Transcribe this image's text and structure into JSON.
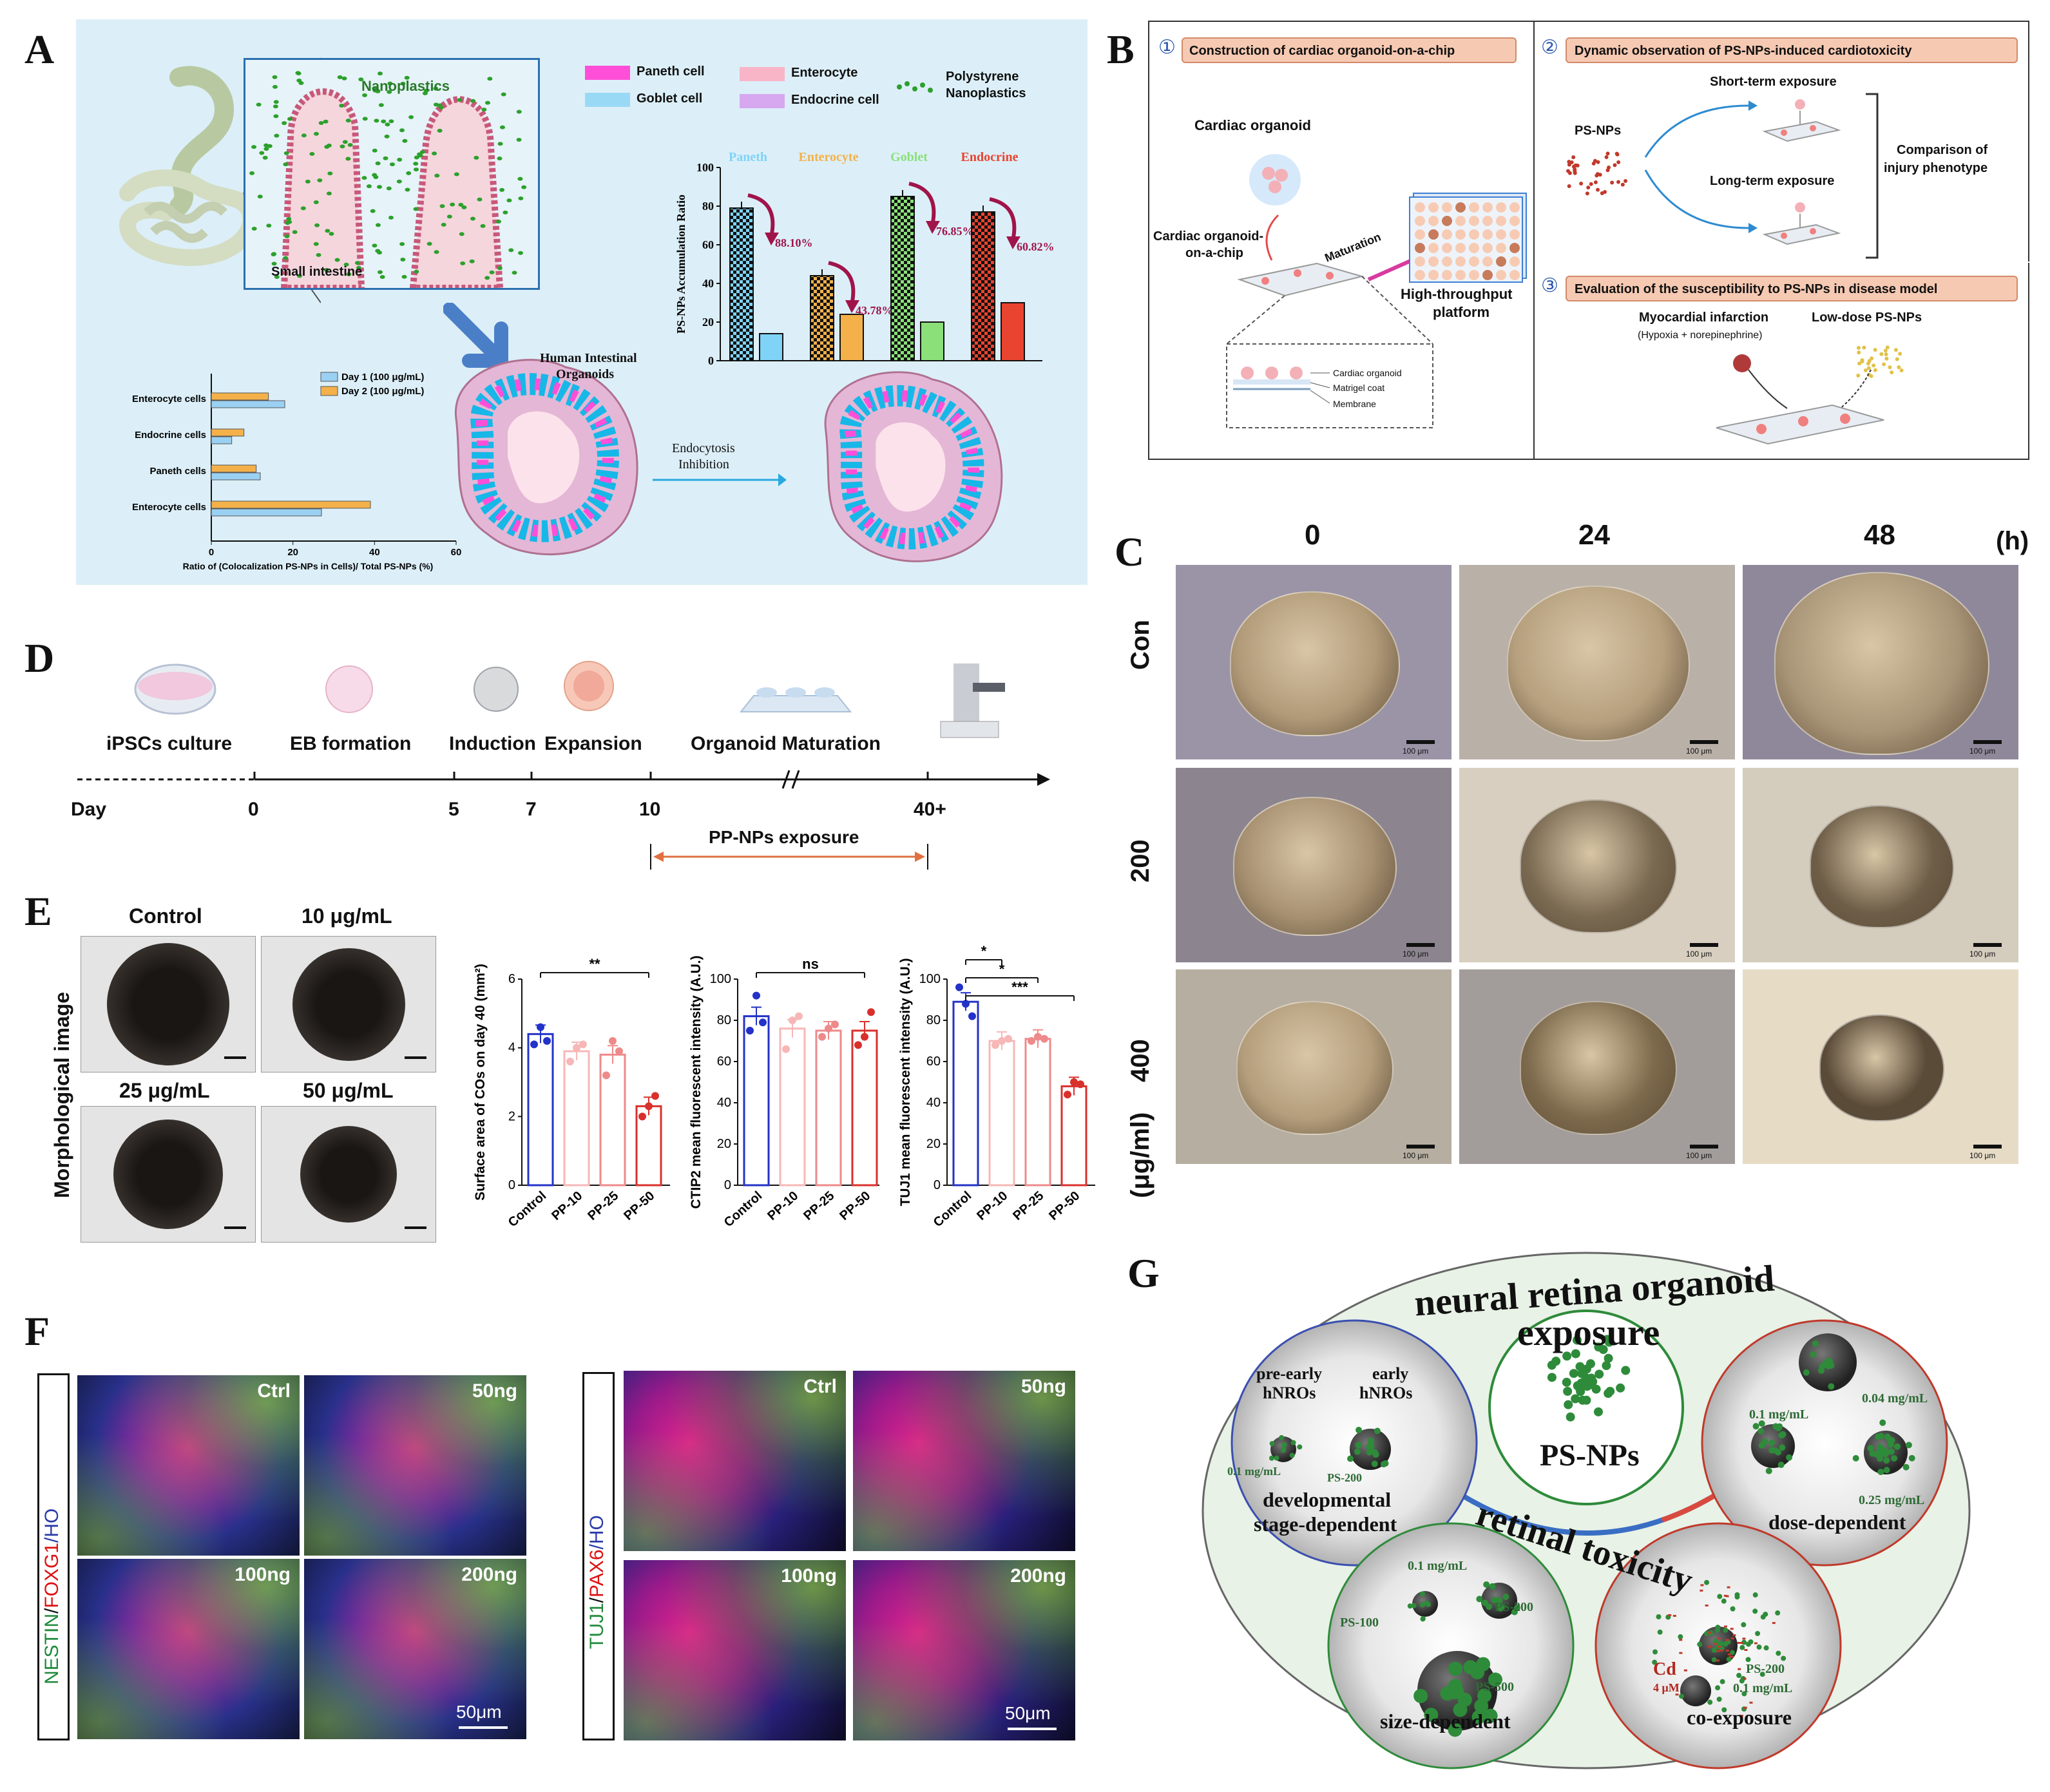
{
  "panels": {
    "a": "A",
    "b": "B",
    "c": "C",
    "d": "D",
    "e": "E",
    "f": "F",
    "g": "G"
  },
  "colors": {
    "paneth": "#ff4fd8",
    "goblet": "#7fd3f7",
    "enterocyte": "#f8b5c8",
    "endocrine": "#d7a7f0",
    "nanoplastic": "#2ca02c",
    "bar_blue": "#3a56c9",
    "bar_red": "#d9302c",
    "orange_bar": "#f4b14a",
    "panelA_bg": "#dceff8"
  },
  "panelA": {
    "nanoplastics_label": "Nanoplastics",
    "small_intestine": "Small intestine",
    "legend": {
      "paneth": "Paneth cell",
      "goblet": "Goblet cell",
      "enterocyte": "Enterocyte",
      "endocrine": "Endocrine cell",
      "polystyrene": "Polystyrene",
      "nanoplastics": "Nanoplastics"
    },
    "organoid_label_1": "Human Intestinal",
    "organoid_label_2": "Organoids",
    "endocytosis_1": "Endocytosis",
    "endocytosis_2": "Inhibition"
  },
  "chart_data": [
    {
      "type": "bar",
      "ylabel": "PS-NPs Accumulation Ratio",
      "ylim": [
        0,
        100
      ],
      "yticks": [
        "0",
        "20",
        "40",
        "60",
        "80",
        "100"
      ],
      "categories": [
        "Paneth",
        "Enterocyte",
        "Goblet",
        "Endocrine"
      ],
      "category_colors": [
        "#7fd3f7",
        "#f4b14a",
        "#8be07a",
        "#e8442f"
      ],
      "series": [
        {
          "values": [
            79,
            44,
            85,
            77
          ]
        },
        {
          "values": [
            14,
            24,
            20,
            30
          ]
        }
      ],
      "annotations": [
        "88.10%",
        "43.78%",
        "76.85%",
        "60.82%"
      ]
    },
    {
      "type": "bar",
      "orientation": "horizontal",
      "xlabel": "Ratio of (Colocalization PS-NPs in Cells)/ Total PS-NPs (%)",
      "xlim": [
        0,
        60
      ],
      "xticks": [
        "0",
        "20",
        "40",
        "60"
      ],
      "categories": [
        "Enterocyte cells",
        "Endocrine cells",
        "Paneth cells",
        "Enterocyte cells"
      ],
      "series": [
        {
          "name": "Day 1 (100 μg/mL)",
          "values": [
            18,
            5,
            12,
            27
          ]
        },
        {
          "name": "Day 2 (100 μg/mL)",
          "values": [
            14,
            8,
            11,
            39
          ]
        }
      ]
    },
    {
      "type": "bar",
      "ylabel": "Surface area of COs on day 40 (mm²)",
      "ylim": [
        0,
        6
      ],
      "yticks": [
        "0",
        "2",
        "4",
        "6"
      ],
      "categories": [
        "Control",
        "PP-10",
        "PP-25",
        "PP-50"
      ],
      "values": [
        4.4,
        3.9,
        3.8,
        2.3
      ],
      "points": [
        [
          4.1,
          4.6,
          4.2
        ],
        [
          3.6,
          4.0,
          4.1
        ],
        [
          3.2,
          4.2,
          3.9
        ],
        [
          2.0,
          2.3,
          2.6
        ]
      ],
      "significance": [
        {
          "label": "**",
          "from": 0,
          "to": 3
        }
      ]
    },
    {
      "type": "bar",
      "ylabel": "CTIP2 mean fluorescent intensity (A.U.)",
      "ylim": [
        0,
        100
      ],
      "yticks": [
        "0",
        "20",
        "40",
        "60",
        "80",
        "100"
      ],
      "categories": [
        "Control",
        "PP-10",
        "PP-25",
        "PP-50"
      ],
      "values": [
        82,
        76,
        75,
        75
      ],
      "points": [
        [
          75,
          92,
          79
        ],
        [
          66,
          80,
          82
        ],
        [
          72,
          76,
          78
        ],
        [
          68,
          72,
          84
        ]
      ],
      "significance": [
        {
          "label": "ns",
          "from": 0,
          "to": 3
        }
      ]
    },
    {
      "type": "bar",
      "ylabel": "TUJ1 mean fluorescent intensity (A.U.)",
      "ylim": [
        0,
        100
      ],
      "yticks": [
        "0",
        "20",
        "40",
        "60",
        "80",
        "100"
      ],
      "categories": [
        "Control",
        "PP-10",
        "PP-25",
        "PP-50"
      ],
      "values": [
        89,
        70,
        71,
        48
      ],
      "points": [
        [
          96,
          88,
          82
        ],
        [
          68,
          70,
          71
        ],
        [
          70,
          72,
          71
        ],
        [
          44,
          50,
          49
        ]
      ],
      "significance": [
        {
          "label": "*",
          "from": 0,
          "to": 1
        },
        {
          "label": "*",
          "from": 0,
          "to": 2
        },
        {
          "label": "***",
          "from": 0,
          "to": 3
        }
      ]
    }
  ],
  "panelB": {
    "step1_num": "①",
    "step1": "Construction of cardiac organoid-on-a-chip",
    "step2_num": "②",
    "step2": "Dynamic observation of PS-NPs-induced cardiotoxicity",
    "step3_num": "③",
    "step3": "Evaluation of the susceptibility to PS-NPs in disease model",
    "cardiac_organoid": "Cardiac organoid",
    "coac_1": "Cardiac organoid-",
    "coac_2": "on-a-chip",
    "maturation": "Maturation",
    "htp_1": "High-throughput",
    "htp_2": "platform",
    "legend_organoid": "Cardiac organoid",
    "legend_matrigel": "Matrigel coat",
    "legend_membrane": "Membrane",
    "psnps": "PS-NPs",
    "short_term": "Short-term exposure",
    "long_term": "Long-term exposure",
    "comparison_1": "Comparison of",
    "comparison_2": "injury phenotype",
    "mi": "Myocardial infarction",
    "mi_sub": "(Hypoxia + norepinephrine)",
    "low_dose": "Low-dose PS-NPs"
  },
  "panelC": {
    "times": [
      "0",
      "24",
      "48"
    ],
    "unit_h": "(h)",
    "doses": [
      "Con",
      "200",
      "400"
    ],
    "unit_dose": "(μg/ml)",
    "scale": "100 μm"
  },
  "panelD": {
    "stages": [
      "iPSCs culture",
      "EB formation",
      "Induction",
      "Expansion",
      "Organoid Maturation"
    ],
    "day_label": "Day",
    "days": [
      "0",
      "5",
      "7",
      "10",
      "40+"
    ],
    "exposure": "PP-NPs exposure"
  },
  "panelE": {
    "ylabel_side": "Morphological image",
    "conditions": [
      "Control",
      "10 μg/mL",
      "25 μg/mL",
      "50 μg/mL"
    ]
  },
  "panelF": {
    "stain_left": [
      "NESTIN",
      "/",
      "FOXG1",
      "/HO"
    ],
    "stain_right": [
      "TUJ1",
      "/",
      "PAX6",
      "/HO"
    ],
    "labels": [
      "Ctrl",
      "50ng",
      "100ng",
      "200ng"
    ],
    "scale": "50μm"
  },
  "panelG": {
    "title_1": "neural retina organoid",
    "title_2": "exposure",
    "center": "PS-NPs",
    "ring": "retinal toxicity",
    "dev_pre_1": "pre-early",
    "dev_pre_2": "hNROs",
    "dev_early_1": "early",
    "dev_early_2": "hNROs",
    "dev_conc": "0.1 mg/mL",
    "dev_ps": "PS-200",
    "dev_1": "developmental",
    "dev_2": "stage-dependent",
    "dose_a": "0.04 mg/mL",
    "dose_b": "0.1 mg/mL",
    "dose_c": "0.25 mg/mL",
    "dose": "dose-dependent",
    "size_conc": "0.1 mg/mL",
    "size_a": "PS-100",
    "size_b": "PS-200",
    "size_c": "PS-500",
    "size": "size-dependent",
    "co_cd": "Cd",
    "co_um": "4 μM",
    "co_ps": "PS-200",
    "co_conc": "0.1 mg/mL",
    "co": "co-exposure"
  }
}
